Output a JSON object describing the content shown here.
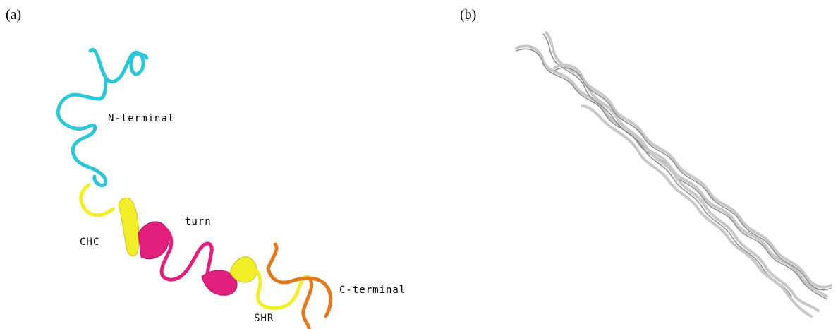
{
  "panel_a": {
    "label": "(a)",
    "regions": {
      "n_terminal": {
        "label": "N-terminal",
        "color": "#2ec6d4"
      },
      "chc": {
        "label": "CHC",
        "color": "#f2ee2a"
      },
      "turn": {
        "label": "turn",
        "color": "#e0207c"
      },
      "shr": {
        "label": "SHR",
        "color": "#f2ee2a"
      },
      "c_terminal": {
        "label": "C-terminal",
        "color": "#e07a20"
      }
    }
  },
  "panel_b": {
    "label": "(b)",
    "ribbon_color": "#c8c8c8"
  }
}
